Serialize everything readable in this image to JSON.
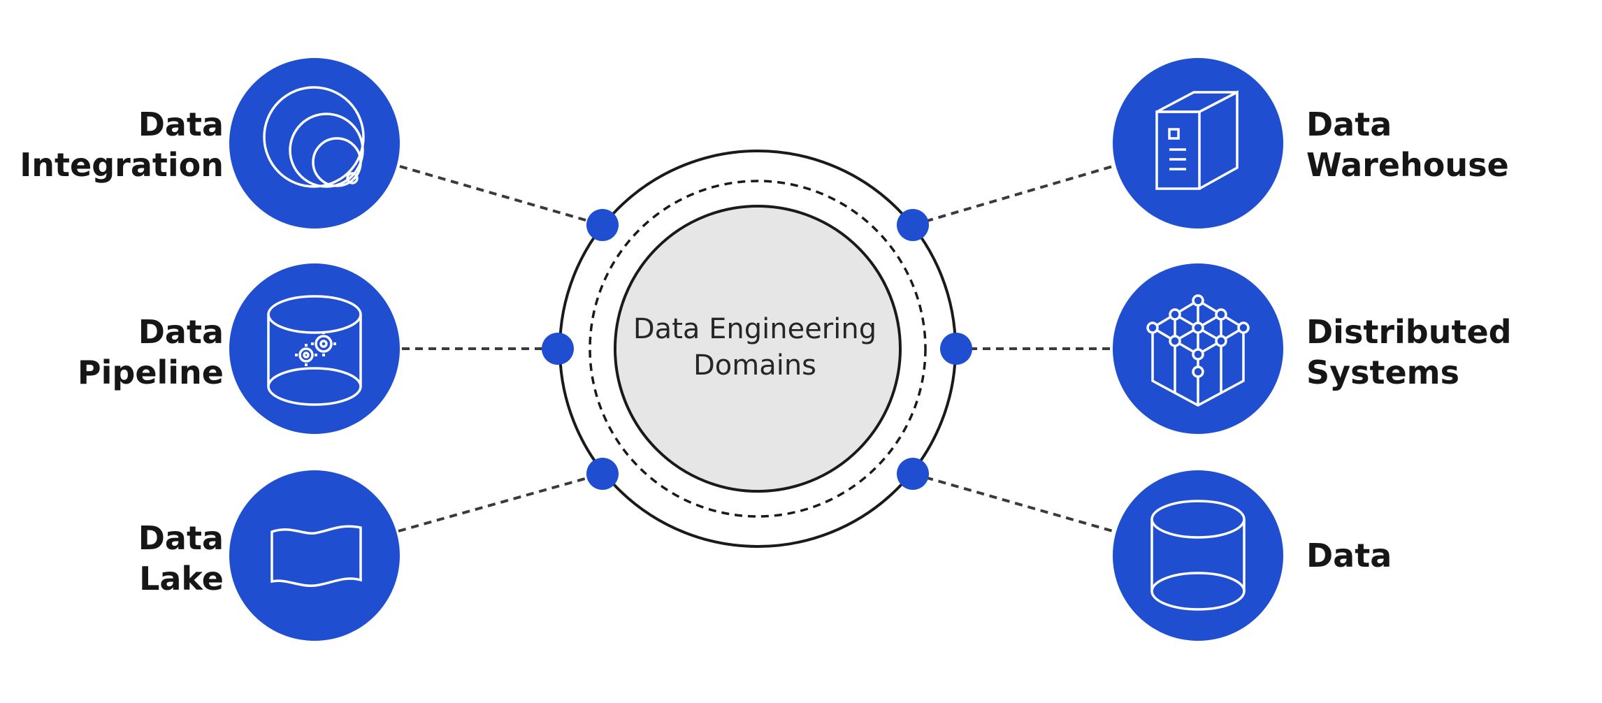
{
  "center": {
    "line1": "Data Engineering",
    "line2": "Domains"
  },
  "colors": {
    "node": "#1f4fd0",
    "hub_fill": "#e6e6e6",
    "line": "#3a3a3a"
  },
  "nodes": [
    {
      "id": "data-integration",
      "line1": "Data",
      "line2": "Integration",
      "icon": "concentric-circles-icon"
    },
    {
      "id": "data-pipeline",
      "line1": "Data",
      "line2": "Pipeline",
      "icon": "cylinder-gears-icon"
    },
    {
      "id": "data-lake",
      "line1": "Data",
      "line2": "Lake",
      "icon": "wavy-sheet-icon"
    },
    {
      "id": "data-warehouse",
      "line1": "Data",
      "line2": "Warehouse",
      "icon": "server-tower-icon"
    },
    {
      "id": "distributed-systems",
      "line1": "Distributed",
      "line2": "Systems",
      "icon": "network-cube-icon"
    },
    {
      "id": "data",
      "line1": "Data",
      "line2": "",
      "icon": "database-cylinder-icon"
    }
  ]
}
